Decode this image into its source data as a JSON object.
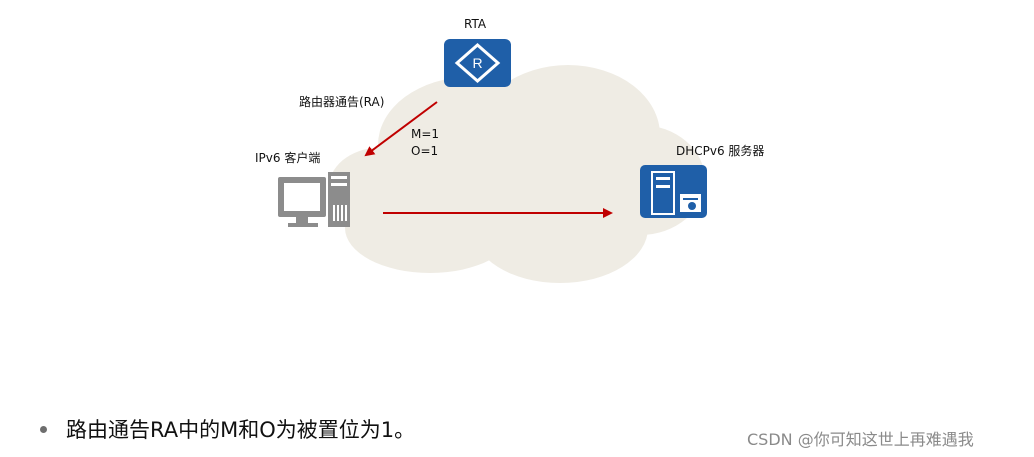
{
  "diagram": {
    "router": {
      "label": "RTA",
      "icon": "router-icon"
    },
    "ra_message": "路由器通告(RA)",
    "flag_m": "M=1",
    "flag_o": "O=1",
    "client": {
      "label": "IPv6 客户端",
      "icon": "computer-icon"
    },
    "server": {
      "label": "DHCPv6 服务器",
      "icon": "server-icon"
    },
    "colors": {
      "cloud": "#efece4",
      "arrow": "#c00000",
      "device_blue": "#1f5fa8",
      "computer_gray": "#8c8c8c"
    }
  },
  "bullet": {
    "text": "路由通告RA中的M和O为被置位为1。"
  },
  "watermark": "CSDN @你可知这世上再难遇我"
}
